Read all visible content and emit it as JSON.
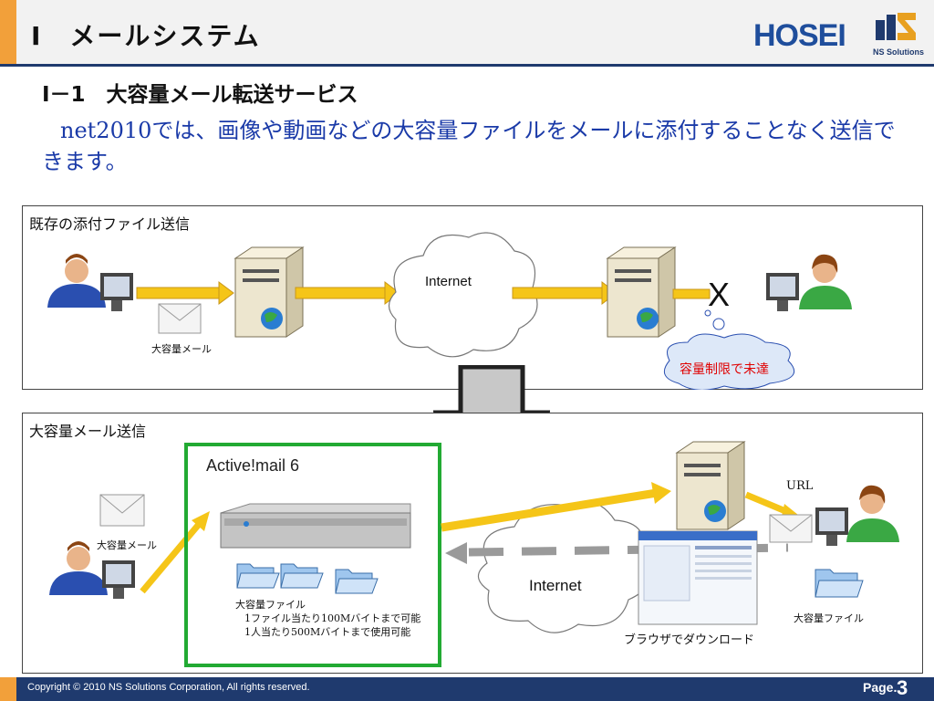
{
  "header": {
    "title": "Ⅰ　メールシステム",
    "logo_hosei": "HOSEI",
    "logo_ns": "NS Solutions"
  },
  "section": {
    "subtitle": "Ⅰ－1　大容量メール転送サービス",
    "lead": "net2010では、画像や動画などの大容量ファイルをメールに添付することなく送信できます。"
  },
  "panel_top": {
    "title": "既存の添付ファイル送信",
    "cloud_label": "Internet",
    "mail_label": "大容量メール",
    "blocked_mark": "X",
    "limit_label": "容量制限で未達"
  },
  "panel_bottom": {
    "title": "大容量メール送信",
    "mail_label": "大容量メール",
    "product_logo": "Active!mail 6",
    "file_label": "大容量ファイル",
    "file_note1": "1ファイル当たり100Mバイトまで可能",
    "file_note2": "1人当たり500Mバイトまで使用可能",
    "cloud_label": "Internet",
    "url_label": "URL",
    "download_label": "ブラウザでダウンロード",
    "recv_file_label": "大容量ファイル"
  },
  "footer": {
    "copyright": "Copyright © 2010 NS Solutions Corporation, All rights reserved.",
    "page_label": "Page.",
    "page_number": "3"
  },
  "colors": {
    "accent_orange": "#f2a03a",
    "navy": "#1f3a6e",
    "lead_blue": "#1a3aa8",
    "arrow_yellow": "#f5c518",
    "frame_green": "#22aa33"
  }
}
